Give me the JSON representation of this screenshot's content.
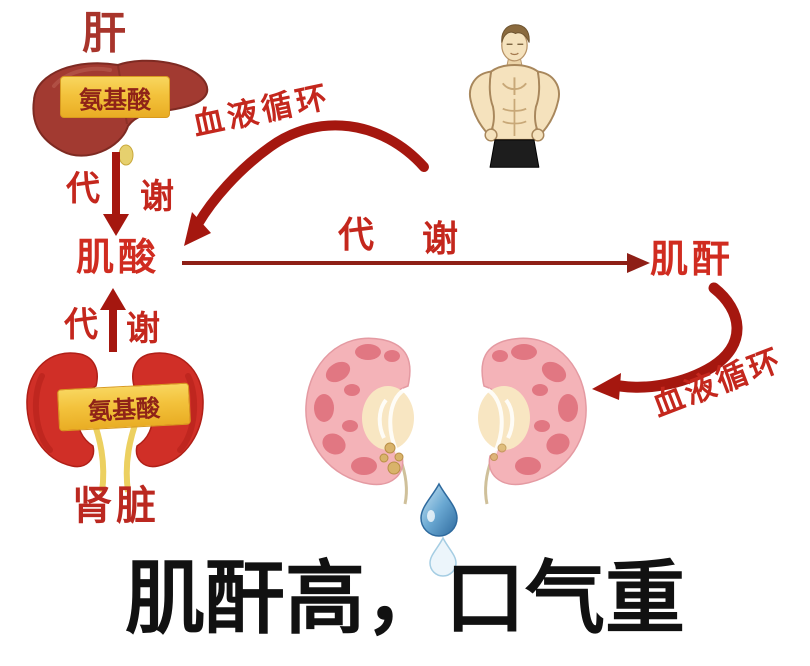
{
  "background": "#ffffff",
  "colors": {
    "arrow_dark_red": "#a5170f",
    "straight_arrow_red": "#8e1f16",
    "process_label_red": "#c4271d",
    "substance_label_red": "#d02c20",
    "liver_title_red": "#a8342b",
    "kidney_title_red": "#bb2820",
    "tag_yellow": "#f3c23c",
    "tag_text_red": "#8f2318",
    "headline_black": "#111111",
    "liver_fill": "#a23a31",
    "red_kidney_fill": "#d02f27",
    "pink_kidney_fill": "#f4b3b8",
    "water_drop_blue": "#3f84b8"
  },
  "organs": {
    "liver": {
      "title": "肝",
      "tag": "氨基酸"
    },
    "kidney": {
      "title": "肾脏",
      "tag": "氨基酸"
    }
  },
  "substances": {
    "creatine": "肌酸",
    "creatinine": "肌酐"
  },
  "processes": {
    "metabolism_first_char": "代",
    "metabolism_second_char": "谢",
    "blood_circulation": "血液循环"
  },
  "headline": "肌酐高，口气重",
  "diagram": {
    "type": "flow",
    "flows": [
      {
        "from": "liver",
        "label": "代谢",
        "to": "creatine"
      },
      {
        "from": "kidney",
        "label": "代谢",
        "to": "creatine"
      },
      {
        "from": "muscle-figure",
        "label": "血液循环",
        "to": "creatine"
      },
      {
        "from": "creatine",
        "label": "代谢",
        "to": "creatinine"
      },
      {
        "from": "creatinine",
        "label": "血液循环",
        "to": "kidneys-excretion"
      }
    ]
  }
}
